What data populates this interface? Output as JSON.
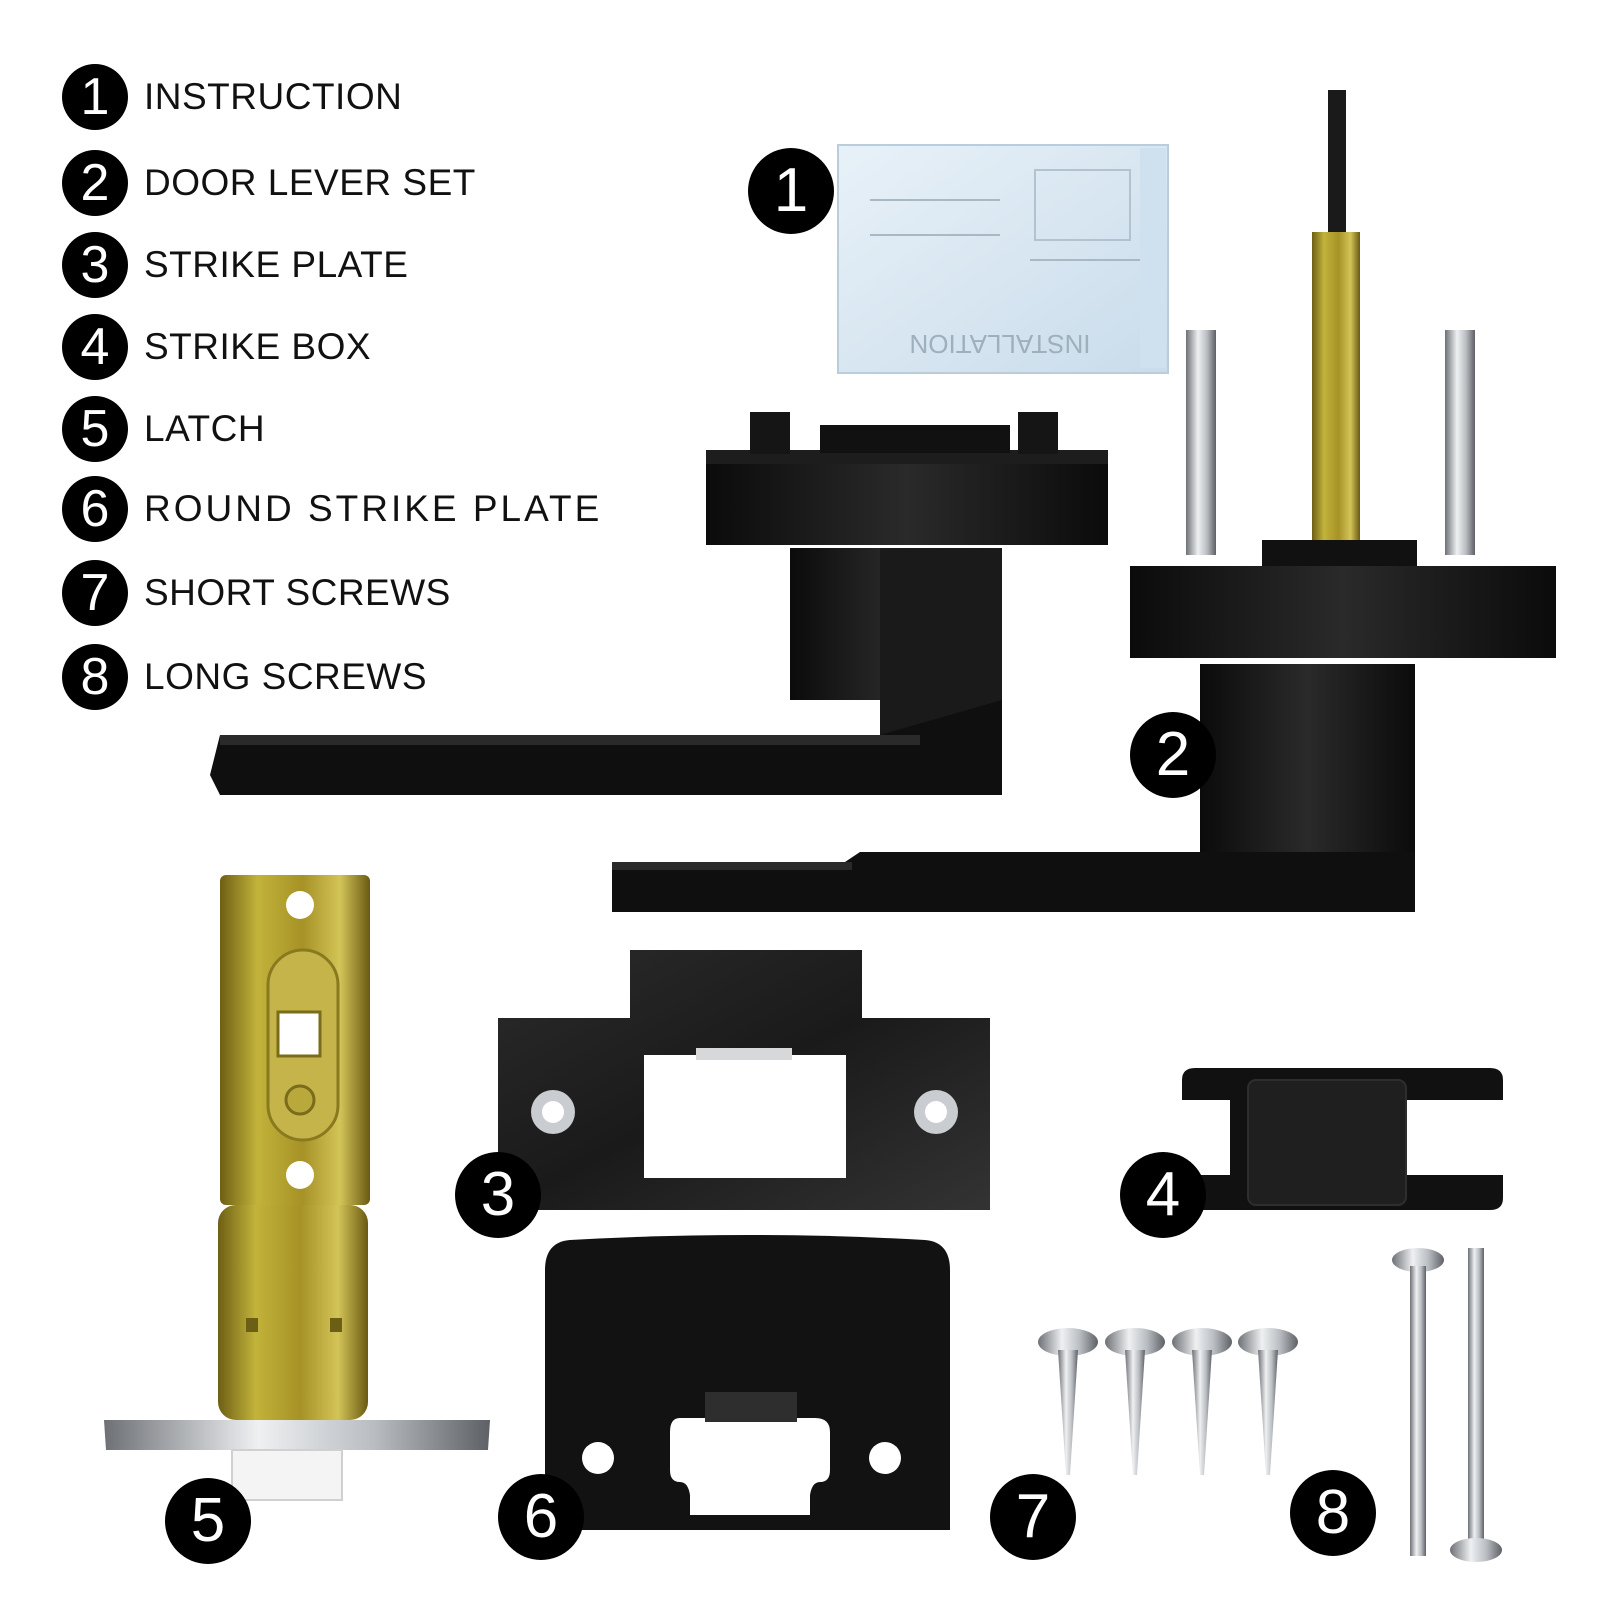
{
  "legend": [
    {
      "num": "1",
      "label": "INSTRUCTION"
    },
    {
      "num": "2",
      "label": "DOOR LEVER SET"
    },
    {
      "num": "3",
      "label": "STRIKE PLATE"
    },
    {
      "num": "4",
      "label": "STRIKE BOX"
    },
    {
      "num": "5",
      "label": "LATCH"
    },
    {
      "num": "6",
      "label": "ROUND STRIKE PLATE"
    },
    {
      "num": "7",
      "label": "SHORT SCREWS"
    },
    {
      "num": "8",
      "label": "LONG SCREWS"
    }
  ],
  "callouts": {
    "instruction": "1",
    "lever_set": "2",
    "strike_plate": "3",
    "strike_box": "4",
    "latch": "5",
    "round_strike_plate": "6",
    "short_screws": "7",
    "long_screws": "8"
  },
  "instruction_sheet_text": "INSTALLATION",
  "colors": {
    "finish": "#0d0d0d",
    "brass": "#b3a12c",
    "steel": "#b8bcc0",
    "sheet": "#dce9f2"
  }
}
